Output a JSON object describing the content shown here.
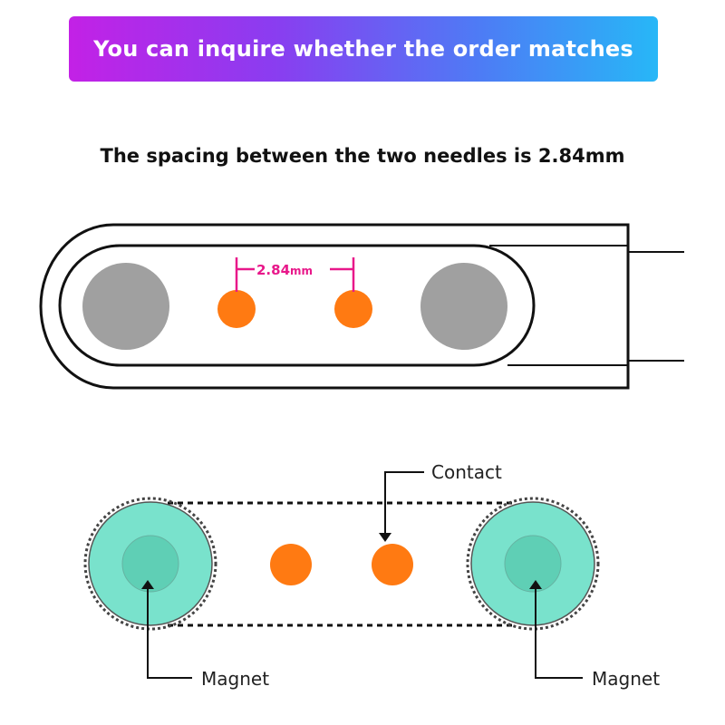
{
  "banner": {
    "text": "You can inquire whether the order matches"
  },
  "subtitle": {
    "text": "The spacing between the two needles is 2.84mm"
  },
  "top_diagram": {
    "dimension_value": "2.84",
    "dimension_unit": "mm"
  },
  "bottom_diagram": {
    "contact_label": "Contact",
    "magnet_left_label": "Magnet",
    "magnet_right_label": "Magnet"
  },
  "colors": {
    "banner_gradient_start": "#c321e6",
    "banner_gradient_end": "#27b7f7",
    "pin": "#ff7a12",
    "magnet_gray": "#a0a0a0",
    "magnet_teal": "#79e2cc",
    "dimension": "#e8188a"
  }
}
